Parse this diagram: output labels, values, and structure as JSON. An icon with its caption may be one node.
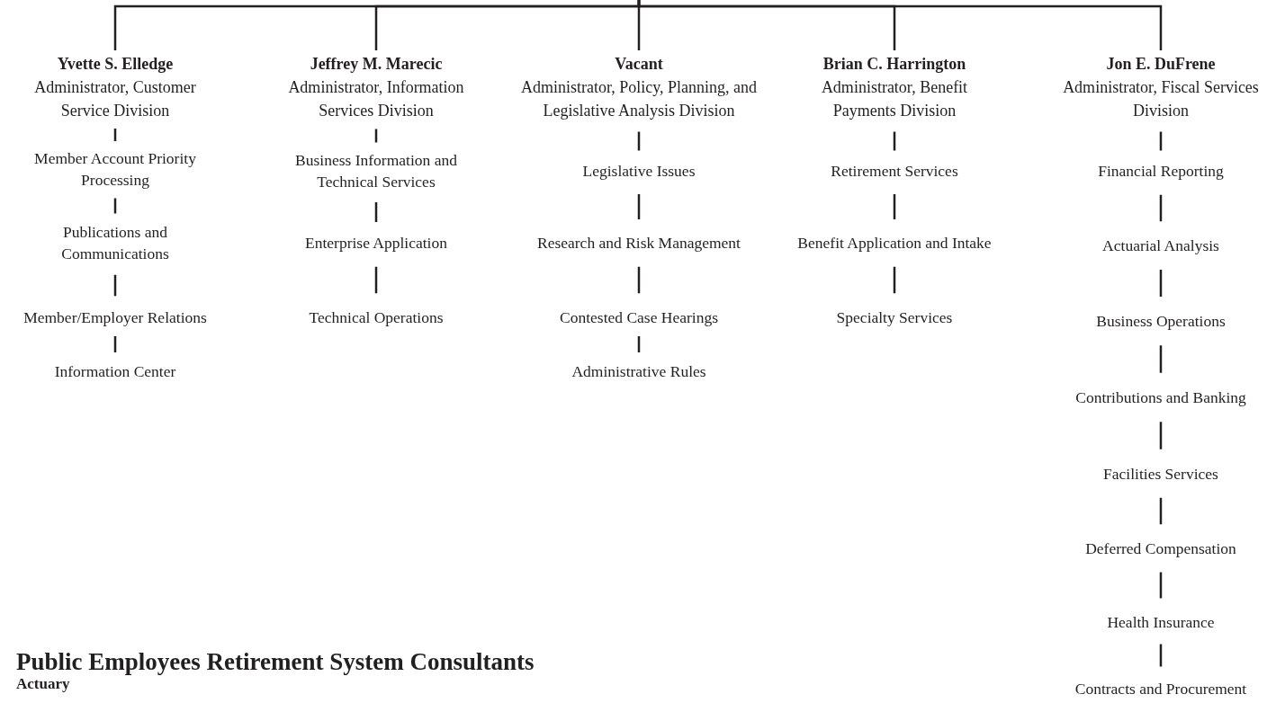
{
  "diagram": {
    "nodes": [
      {
        "text": [
          "Yvette S. Elledge",
          "Administrator, Customer Service Division"
        ]
      },
      {
        "text": [
          "Member Account Priority Processing"
        ]
      },
      {
        "text": [
          "Publications and Communications"
        ]
      },
      {
        "text": [
          "Member/Employer Relations"
        ]
      },
      {
        "text": [
          "Information Center"
        ]
      },
      {
        "text": [
          "Jeffrey M. Marecic",
          "Administrator, Information Services Division"
        ]
      },
      {
        "text": [
          "Business Information and Technical Services"
        ]
      },
      {
        "text": [
          "Enterprise Application"
        ]
      },
      {
        "text": [
          "Technical Operations"
        ]
      },
      {
        "text": [
          "Vacant",
          "Administrator, Policy, Planning, and Legislative Analysis Division"
        ]
      },
      {
        "text": [
          "Legislative Issues"
        ]
      },
      {
        "text": [
          "Research and Risk Management"
        ]
      },
      {
        "text": [
          "Contested Case Hearings"
        ]
      },
      {
        "text": [
          "Administrative Rules"
        ]
      },
      {
        "text": [
          "Brian C. Harrington",
          "Administrator, Benefit Payments Division"
        ]
      },
      {
        "text": [
          "Retirement Services"
        ]
      },
      {
        "text": [
          "Benefit Application and Intake"
        ]
      },
      {
        "text": [
          "Specialty Services"
        ]
      },
      {
        "text": [
          "Jon E. DuFrene",
          "Administrator, Fiscal Services Division"
        ]
      },
      {
        "text": [
          "Financial Reporting"
        ]
      },
      {
        "text": [
          "Actuarial Analysis"
        ]
      },
      {
        "text": [
          "Business Operations"
        ]
      },
      {
        "text": [
          "Contributions and Banking"
        ]
      },
      {
        "text": [
          "Facilities Services"
        ]
      },
      {
        "text": [
          "Deferred Compensation"
        ]
      },
      {
        "text": [
          "Health Insurance"
        ]
      },
      {
        "text": [
          "Contracts and Procurement"
        ]
      }
    ],
    "edges": [
      {
        "from": null,
        "to": 0,
        "arrow": "none"
      },
      {
        "from": null,
        "to": 5,
        "arrow": "none"
      },
      {
        "from": null,
        "to": 9,
        "arrow": "none"
      },
      {
        "from": null,
        "to": 14,
        "arrow": "none"
      },
      {
        "from": null,
        "to": 18,
        "arrow": "none"
      },
      {
        "from": 0,
        "to": 1,
        "arrow": "none"
      },
      {
        "from": 1,
        "to": 2,
        "arrow": "none"
      },
      {
        "from": 2,
        "to": 3,
        "arrow": "none"
      },
      {
        "from": 3,
        "to": 4,
        "arrow": "none"
      },
      {
        "from": 5,
        "to": 6,
        "arrow": "none"
      },
      {
        "from": 6,
        "to": 7,
        "arrow": "none"
      },
      {
        "from": 7,
        "to": 8,
        "arrow": "none"
      },
      {
        "from": 9,
        "to": 10,
        "arrow": "none"
      },
      {
        "from": 10,
        "to": 11,
        "arrow": "none"
      },
      {
        "from": 11,
        "to": 12,
        "arrow": "none"
      },
      {
        "from": 12,
        "to": 13,
        "arrow": "none"
      },
      {
        "from": 14,
        "to": 15,
        "arrow": "none"
      },
      {
        "from": 15,
        "to": 16,
        "arrow": "none"
      },
      {
        "from": 16,
        "to": 17,
        "arrow": "none"
      },
      {
        "from": 18,
        "to": 19,
        "arrow": "none"
      },
      {
        "from": 19,
        "to": 20,
        "arrow": "none"
      },
      {
        "from": 20,
        "to": 21,
        "arrow": "none"
      },
      {
        "from": 21,
        "to": 22,
        "arrow": "none"
      },
      {
        "from": 22,
        "to": 23,
        "arrow": "none"
      },
      {
        "from": 23,
        "to": 24,
        "arrow": "none"
      },
      {
        "from": 24,
        "to": 25,
        "arrow": "none"
      },
      {
        "from": 25,
        "to": 26,
        "arrow": "none"
      }
    ],
    "labels": [
      "Public Employees Retirement System Consultants",
      "Actuary"
    ]
  }
}
